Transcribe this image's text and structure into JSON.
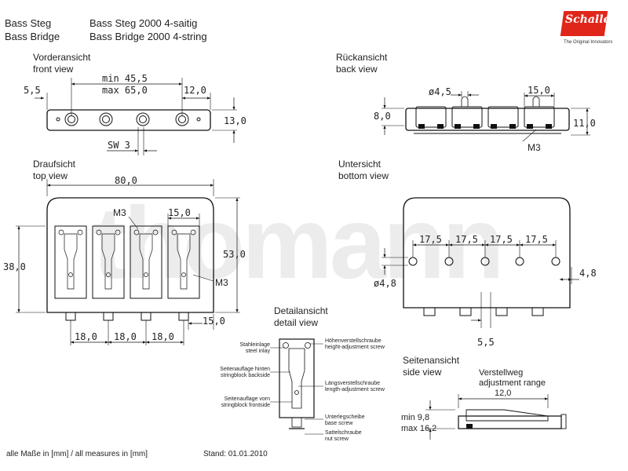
{
  "header": {
    "de_title": "Bass Steg",
    "en_title": "Bass Bridge",
    "de_model": "Bass Steg 2000 4-saitig",
    "en_model": "Bass Bridge 2000 4-string"
  },
  "logo": {
    "brand": "Schaller",
    "tagline": "The Original Innovators",
    "color": "#e0261b"
  },
  "watermark": "thomann",
  "views": {
    "front": {
      "de": "Vorderansicht",
      "en": "front view",
      "dims": {
        "min": "min 45,5",
        "max": "max 65,0",
        "left": "5,5",
        "right": "12,0",
        "height": "13,0",
        "sw": "SW 3"
      }
    },
    "back": {
      "de": "Rückansicht",
      "en": "back view",
      "dims": {
        "dia": "ø4,5",
        "width": "15,0",
        "left": "8,0",
        "right": "11,0",
        "thread": "M3"
      }
    },
    "top": {
      "de": "Draufsicht",
      "en": "top view",
      "dims": {
        "overall": "80,0",
        "left": "38,0",
        "right": "53,0",
        "m3_top": "M3",
        "m3_side": "M3",
        "pitch_top": "15,0",
        "bottom_right": "15,0",
        "spacing": [
          "18,0",
          "18,0",
          "18,0"
        ]
      }
    },
    "bottom": {
      "de": "Untersicht",
      "en": "bottom view",
      "dims": {
        "spacing": [
          "17,5",
          "17,5",
          "17,5",
          "17,5"
        ],
        "dia": "ø4,8",
        "right": "4,8",
        "bottom": "5,5"
      }
    },
    "detail": {
      "de": "Detailansicht",
      "en": "detail view",
      "callouts": {
        "steel_de": "Stahleinlage",
        "steel_en": "steel inlay",
        "back_de": "Seitenauflage hinten",
        "back_en": "stringblock backside",
        "front_de": "Seitenauflage vorn",
        "front_en": "stringblock frontside",
        "height_de": "Höhenverstellschraube",
        "height_en": "height-adjustment screw",
        "length_de": "Längsverstellschraube",
        "length_en": "length-adjustment screw",
        "base_de": "Unterlegscheibe",
        "base_en": "base screw",
        "nut_de": "Sattelschraube",
        "nut_en": "nut screw"
      }
    },
    "side": {
      "de": "Seitenansicht",
      "en": "side view",
      "range_de": "Verstellweg",
      "range_en": "adjustment range",
      "dims": {
        "range": "12,0",
        "min": "min 9,8",
        "max": "max 16,2"
      }
    }
  },
  "footer": {
    "measures": "alle Maße in [mm] / all measures in [mm]",
    "date": "Stand: 01.01.2010"
  }
}
